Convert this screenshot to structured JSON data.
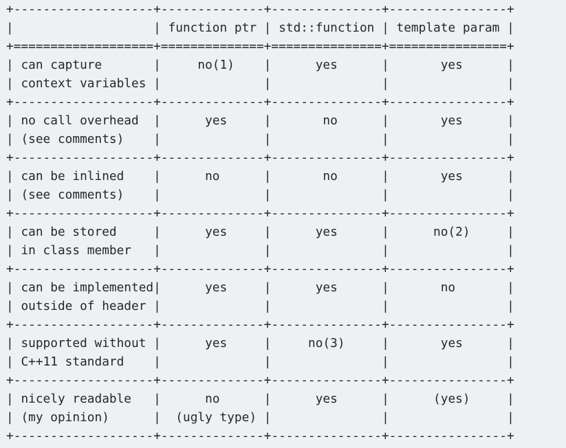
{
  "table": {
    "header": [
      "",
      "function ptr",
      "std::function",
      "template param"
    ],
    "rows": [
      {
        "feature": [
          "can capture",
          "context variables"
        ],
        "function_ptr": [
          "no(1)",
          ""
        ],
        "std_function": [
          "yes",
          ""
        ],
        "template_param": [
          "yes",
          ""
        ]
      },
      {
        "feature": [
          "no call overhead",
          "(see comments)"
        ],
        "function_ptr": [
          "yes",
          ""
        ],
        "std_function": [
          "no",
          ""
        ],
        "template_param": [
          "yes",
          ""
        ]
      },
      {
        "feature": [
          "can be inlined",
          "(see comments)"
        ],
        "function_ptr": [
          "no",
          ""
        ],
        "std_function": [
          "no",
          ""
        ],
        "template_param": [
          "yes",
          ""
        ]
      },
      {
        "feature": [
          "can be stored",
          "in class member"
        ],
        "function_ptr": [
          "yes",
          ""
        ],
        "std_function": [
          "yes",
          ""
        ],
        "template_param": [
          "no(2)",
          ""
        ]
      },
      {
        "feature": [
          "can be implemented",
          "outside of header"
        ],
        "function_ptr": [
          "yes",
          ""
        ],
        "std_function": [
          "yes",
          ""
        ],
        "template_param": [
          "no",
          ""
        ]
      },
      {
        "feature": [
          "supported without",
          "C++11 standard"
        ],
        "function_ptr": [
          "yes",
          ""
        ],
        "std_function": [
          "no(3)",
          ""
        ],
        "template_param": [
          "yes",
          ""
        ]
      },
      {
        "feature": [
          "nicely readable",
          "(my opinion)"
        ],
        "function_ptr": [
          "no",
          "(ugly type)"
        ],
        "std_function": [
          "yes",
          ""
        ],
        "template_param": [
          "(yes)",
          ""
        ]
      }
    ]
  }
}
